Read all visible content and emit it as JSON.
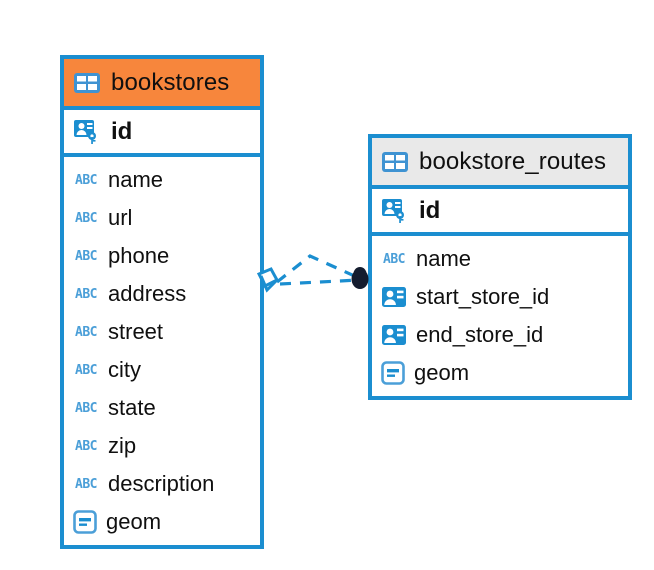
{
  "diagram": {
    "type": "entity-relationship-diagram",
    "colors": {
      "entity_border": "#1b8ed0",
      "header_highlight": "#f7863c",
      "header_default": "#e9e9e9",
      "icon_blue": "#1b8ed0",
      "abc_blue": "#4b9fd8",
      "connector_line": "#1b8ed0",
      "connector_endpoint": "#111a2e",
      "text": "#101010",
      "background": "#ffffff"
    },
    "entities": [
      {
        "name": "bookstores",
        "header_style": "highlighted",
        "table_icon": "table-icon",
        "primary_key": {
          "label": "id",
          "icon": "primary-key-icon"
        },
        "fields": [
          {
            "label": "name",
            "icon": "text-type-icon"
          },
          {
            "label": "url",
            "icon": "text-type-icon"
          },
          {
            "label": "phone",
            "icon": "text-type-icon"
          },
          {
            "label": "address",
            "icon": "text-type-icon"
          },
          {
            "label": "street",
            "icon": "text-type-icon"
          },
          {
            "label": "city",
            "icon": "text-type-icon"
          },
          {
            "label": "state",
            "icon": "text-type-icon"
          },
          {
            "label": "zip",
            "icon": "text-type-icon"
          },
          {
            "label": "description",
            "icon": "text-type-icon"
          },
          {
            "label": "geom",
            "icon": "geometry-type-icon"
          }
        ]
      },
      {
        "name": "bookstore_routes",
        "header_style": "default",
        "table_icon": "table-icon",
        "primary_key": {
          "label": "id",
          "icon": "primary-key-icon"
        },
        "fields": [
          {
            "label": "name",
            "icon": "text-type-icon"
          },
          {
            "label": "start_store_id",
            "icon": "foreign-key-icon"
          },
          {
            "label": "end_store_id",
            "icon": "foreign-key-icon"
          },
          {
            "label": "geom",
            "icon": "geometry-type-icon"
          }
        ]
      }
    ],
    "relationship": {
      "from_entity": "bookstores",
      "to_entity": "bookstore_routes",
      "line_style": "dashed",
      "source_marker": "crows-foot-diamond-icon",
      "target_marker": "filled-circle-icon"
    },
    "abc_icon_text": "ABC"
  }
}
